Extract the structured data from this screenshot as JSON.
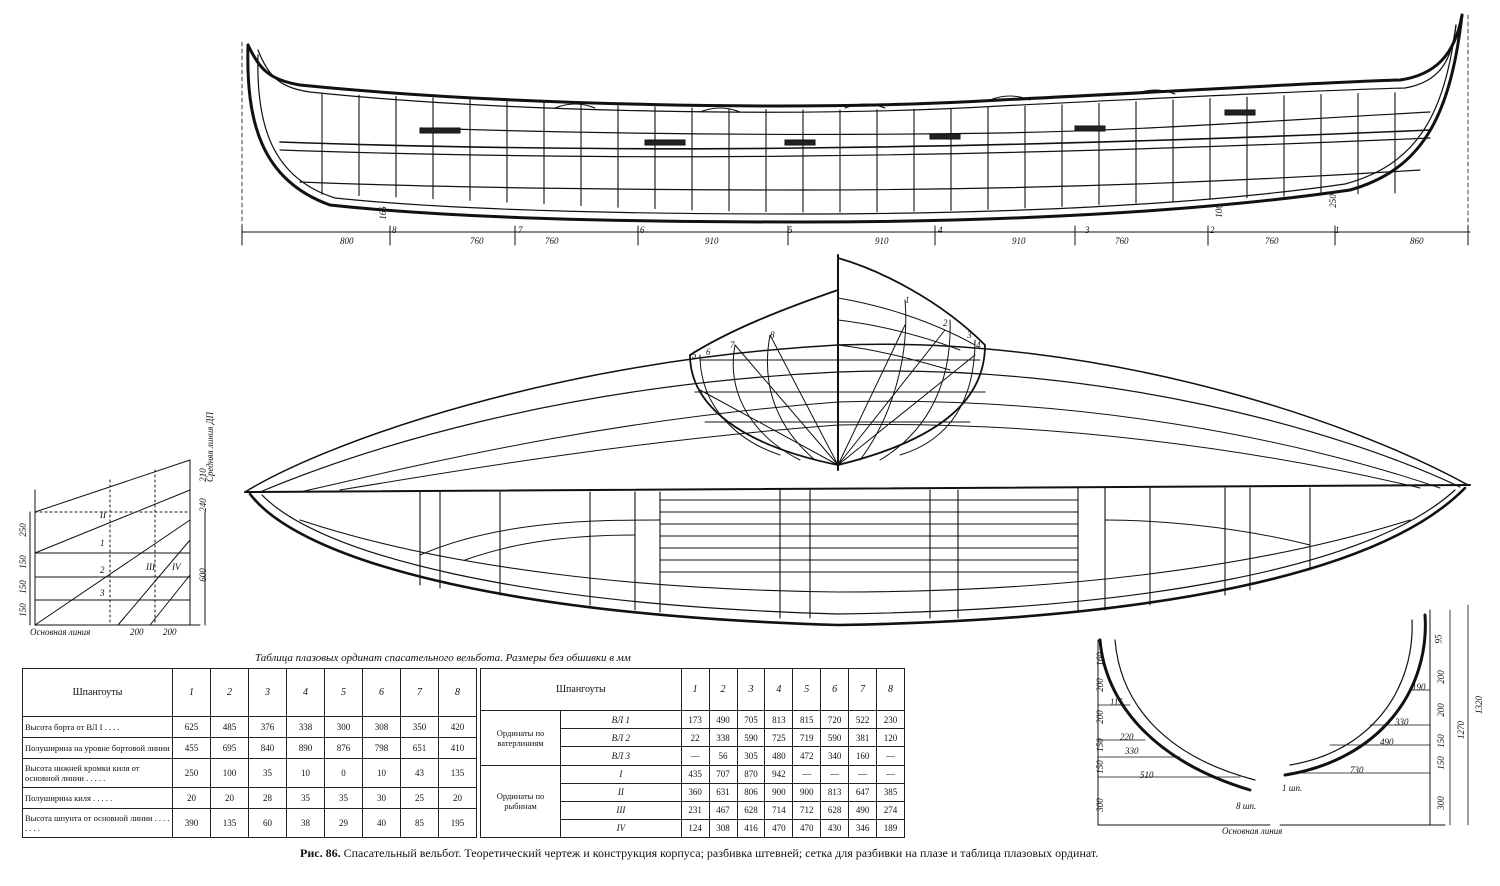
{
  "profile_dims": {
    "spacings": [
      "800",
      "760",
      "760",
      "910",
      "910",
      "910",
      "760",
      "760",
      "860"
    ],
    "frame_marks": [
      "8",
      "7",
      "6",
      "5",
      "4",
      "3",
      "2",
      "1"
    ],
    "height_marks": [
      "165",
      "100",
      "250"
    ]
  },
  "body_plan": {
    "frame_labels_left": [
      "5",
      "6",
      "7",
      "8"
    ],
    "frame_labels_right": [
      "1",
      "2",
      "3",
      "4"
    ]
  },
  "grid_diagram": {
    "left_dims": [
      "250",
      "150",
      "150",
      "150"
    ],
    "right_dims": [
      "210",
      "240",
      "600"
    ],
    "bottom_dims": [
      "200",
      "200"
    ],
    "centerline_label": "Средняя линия ДП",
    "baseline_label": "Основная линия",
    "roman_labels": [
      "II",
      "III",
      "IV"
    ],
    "arabic_labels": [
      "1",
      "2",
      "3"
    ]
  },
  "stems": {
    "left_dims_v": [
      "160",
      "200",
      "200",
      "150",
      "150",
      "300"
    ],
    "left_dims_h": [
      "115",
      "220",
      "330",
      "510"
    ],
    "right_dims_v": [
      "95",
      "200",
      "200",
      "150",
      "150",
      "300"
    ],
    "right_dims_h": [
      "190",
      "330",
      "490",
      "730"
    ],
    "right_total": [
      "1270",
      "1320"
    ],
    "left_label": "8 шп.",
    "right_label": "1 шп.",
    "baseline_label": "Основная линия"
  },
  "table": {
    "title": "Таблица плазовых ординат спасательного вельбота. Размеры без обшивки в мм",
    "frames_header": "Шпангоуты",
    "frame_numbers": [
      "1",
      "2",
      "3",
      "4",
      "5",
      "6",
      "7",
      "8"
    ],
    "left_rows": [
      {
        "label": "Высота борта от ВЛ I . . . .",
        "values": [
          "625",
          "485",
          "376",
          "338",
          "300",
          "308",
          "350",
          "420"
        ]
      },
      {
        "label": "Полуширина на уровне бортовой линии",
        "values": [
          "455",
          "695",
          "840",
          "890",
          "876",
          "798",
          "651",
          "410"
        ]
      },
      {
        "label": "Высота нижней кромки киля от основной линии . . . . .",
        "values": [
          "250",
          "100",
          "35",
          "10",
          "0",
          "10",
          "43",
          "135"
        ]
      },
      {
        "label": "Полуширина киля . . . . .",
        "values": [
          "20",
          "20",
          "28",
          "35",
          "35",
          "30",
          "25",
          "20"
        ]
      },
      {
        "label": "Высота шпунта от основной линии . . . . . . . .",
        "values": [
          "390",
          "135",
          "60",
          "38",
          "29",
          "40",
          "85",
          "195"
        ]
      }
    ],
    "right_group1_label": "Ординаты по ватерлиниям",
    "right_group1_rows": [
      {
        "label": "ВЛ 1",
        "values": [
          "173",
          "490",
          "705",
          "813",
          "815",
          "720",
          "522",
          "230"
        ]
      },
      {
        "label": "ВЛ 2",
        "values": [
          "22",
          "338",
          "590",
          "725",
          "719",
          "590",
          "381",
          "120"
        ]
      },
      {
        "label": "ВЛ 3",
        "values": [
          "—",
          "56",
          "305",
          "480",
          "472",
          "340",
          "160",
          "—"
        ]
      }
    ],
    "right_group2_label": "Ординаты по рыбинам",
    "right_group2_rows": [
      {
        "label": "I",
        "values": [
          "435",
          "707",
          "870",
          "942",
          "—",
          "—",
          "—",
          "—"
        ]
      },
      {
        "label": "II",
        "values": [
          "360",
          "631",
          "806",
          "900",
          "900",
          "813",
          "647",
          "385"
        ]
      },
      {
        "label": "III",
        "values": [
          "231",
          "467",
          "628",
          "714",
          "712",
          "628",
          "490",
          "274"
        ]
      },
      {
        "label": "IV",
        "values": [
          "124",
          "308",
          "416",
          "470",
          "470",
          "430",
          "346",
          "189"
        ]
      }
    ]
  },
  "caption": {
    "fig": "Рис. 86.",
    "text": "Спасательный вельбот. Теоретический чертеж и конструкция корпуса; разбивка штевней; сетка для разбивки на плазе и таблица плазовых ординат."
  },
  "colors": {
    "ink": "#111111",
    "paper": "#ffffff"
  }
}
